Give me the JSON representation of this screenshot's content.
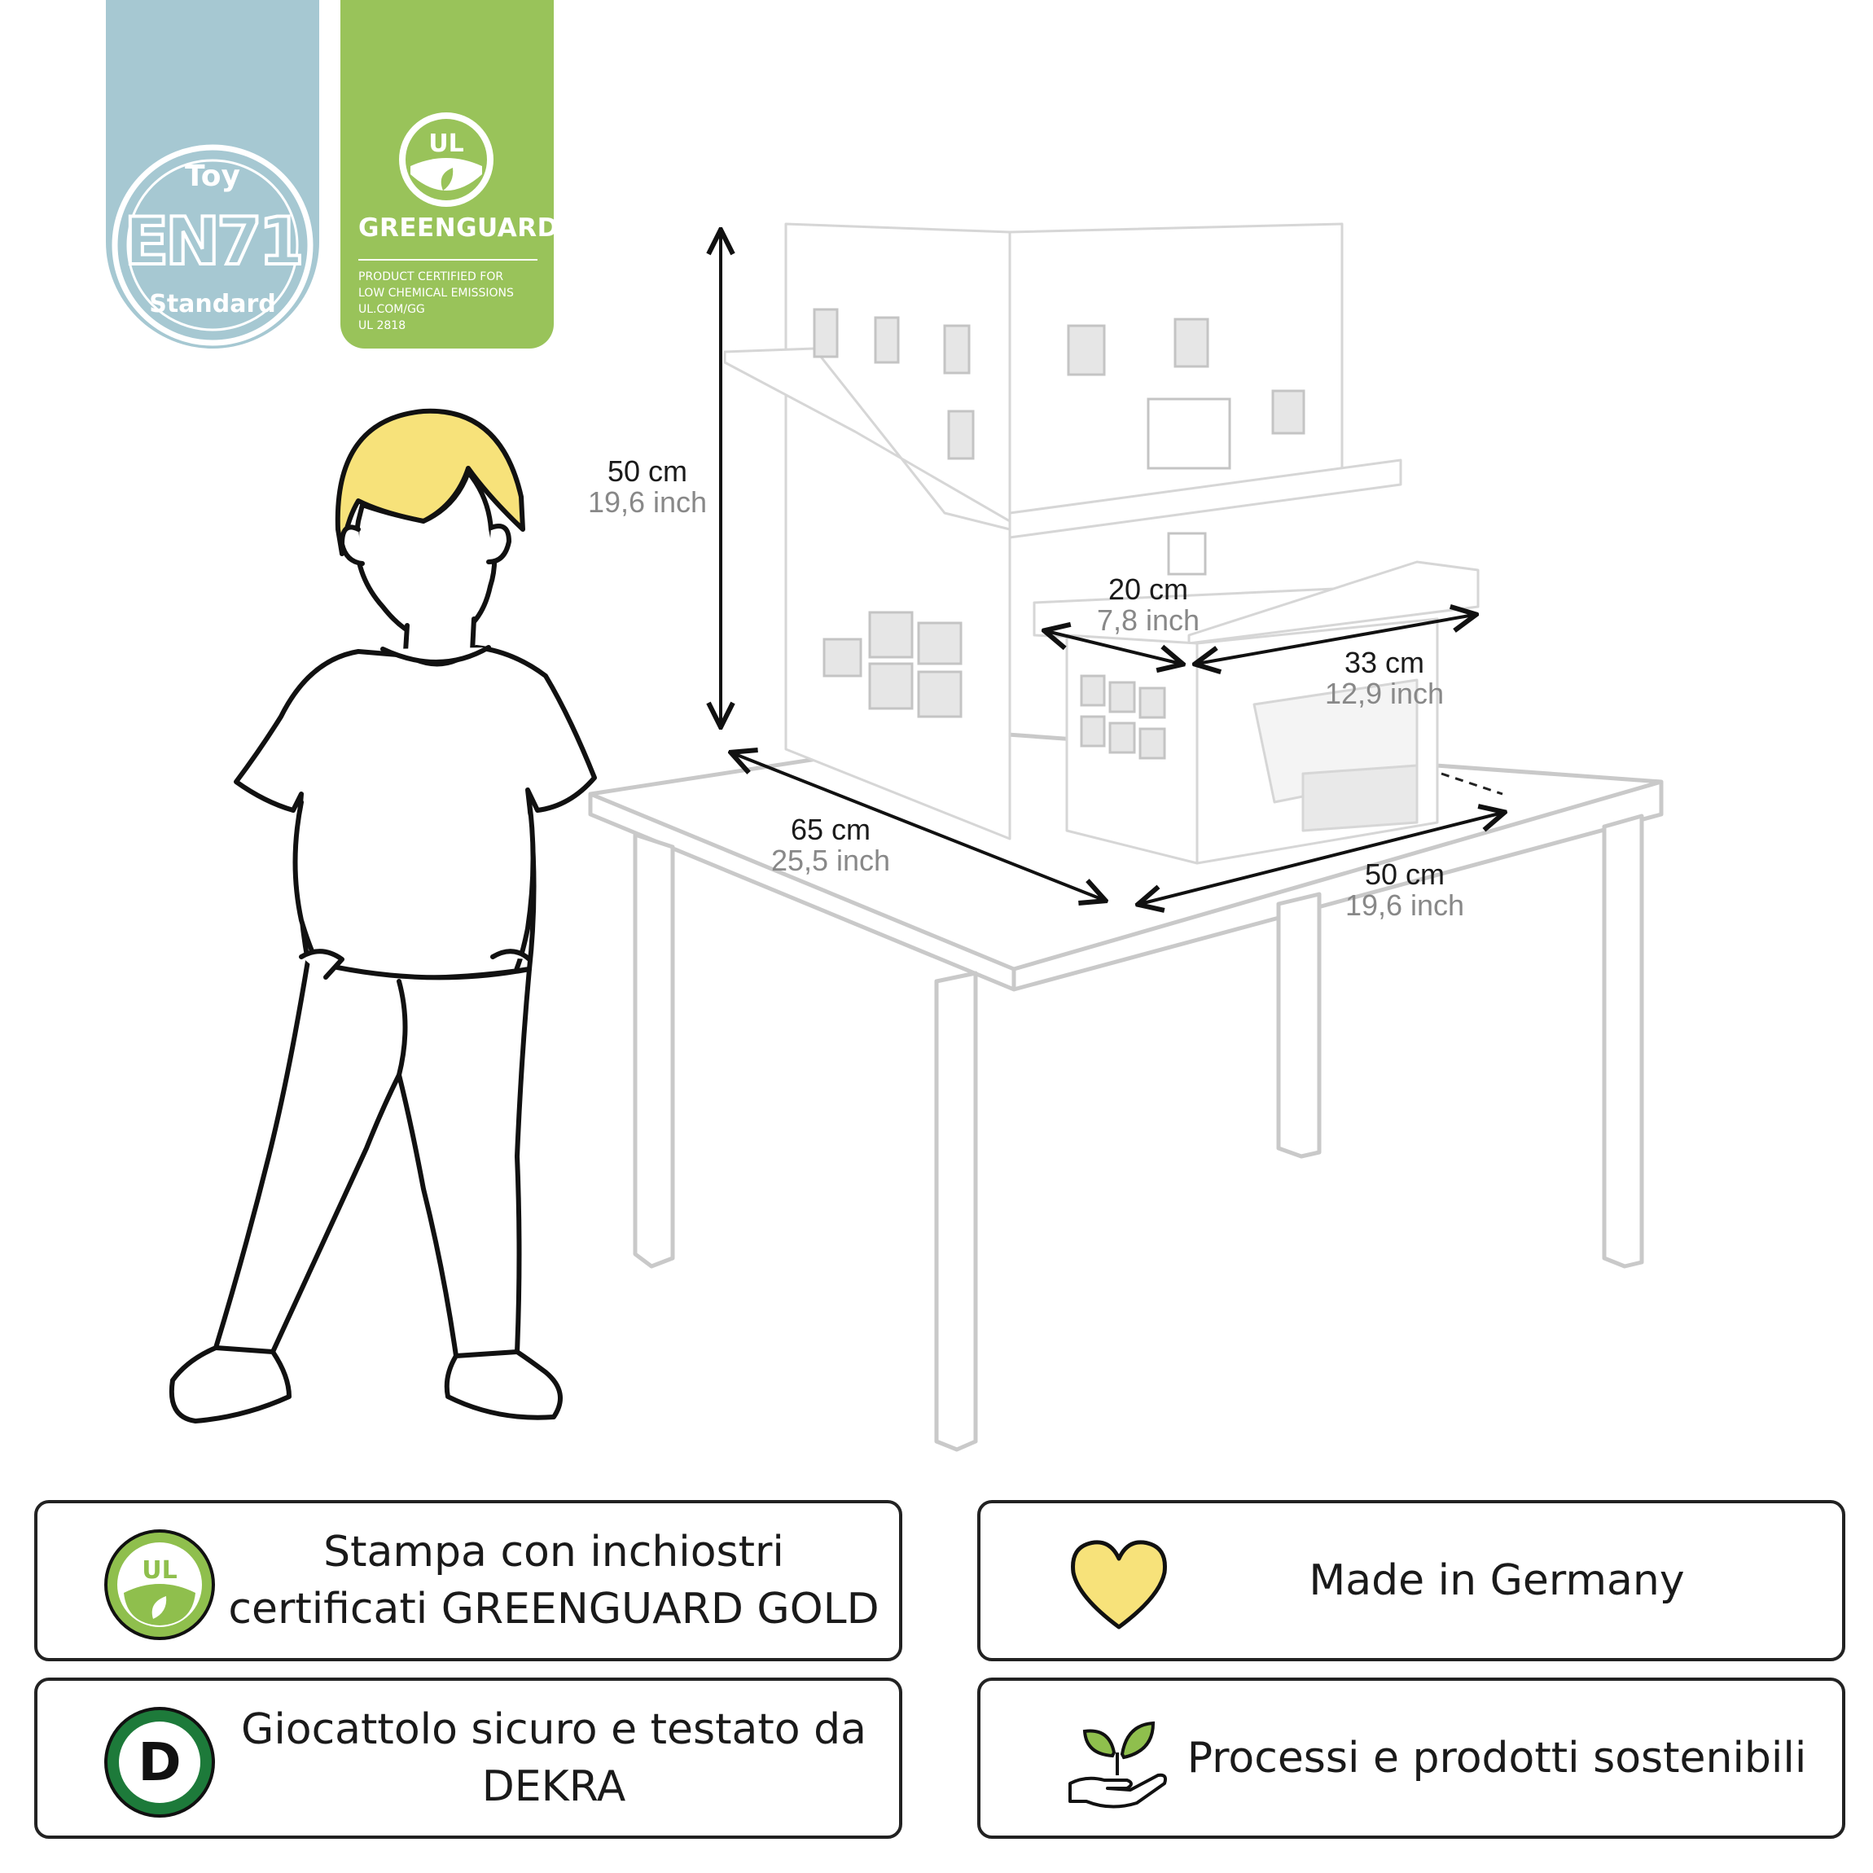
{
  "badges": {
    "en71": {
      "top": "Toy",
      "main": "EN71",
      "bottom": "Standard",
      "color": "#a6c8d2"
    },
    "greenguard": {
      "logo_text": "UL",
      "title": "GREENGUARD",
      "lines": [
        "PRODUCT CERTIFIED FOR",
        "LOW CHEMICAL EMISSIONS",
        "UL.COM/GG",
        "UL 2818"
      ],
      "color": "#99c35a"
    }
  },
  "dimensions": {
    "height": {
      "cm": "50 cm",
      "inch": "19,6 inch"
    },
    "roof_depth": {
      "cm": "20 cm",
      "inch": "7,8 inch"
    },
    "roof_width": {
      "cm": "33 cm",
      "inch": "12,9 inch"
    },
    "length": {
      "cm": "65 cm",
      "inch": "25,5 inch"
    },
    "width": {
      "cm": "50 cm",
      "inch": "19,6 inch"
    }
  },
  "features": [
    {
      "icon": "greenguard-gold-icon",
      "text": "Stampa con inchiostri certificati GREENGUARD GOLD"
    },
    {
      "icon": "heart-icon",
      "text": "Made in Germany"
    },
    {
      "icon": "dekra-icon",
      "text": "Giocattolo sicuro e testato da DEKRA"
    },
    {
      "icon": "sustainable-hand-icon",
      "text": "Processi e prodotti sostenibili"
    }
  ],
  "colors": {
    "accent_yellow": "#f7e27a",
    "green": "#8fbf4d",
    "dekra_green": "#1d7a3a",
    "outline": "#1a1a1a"
  }
}
